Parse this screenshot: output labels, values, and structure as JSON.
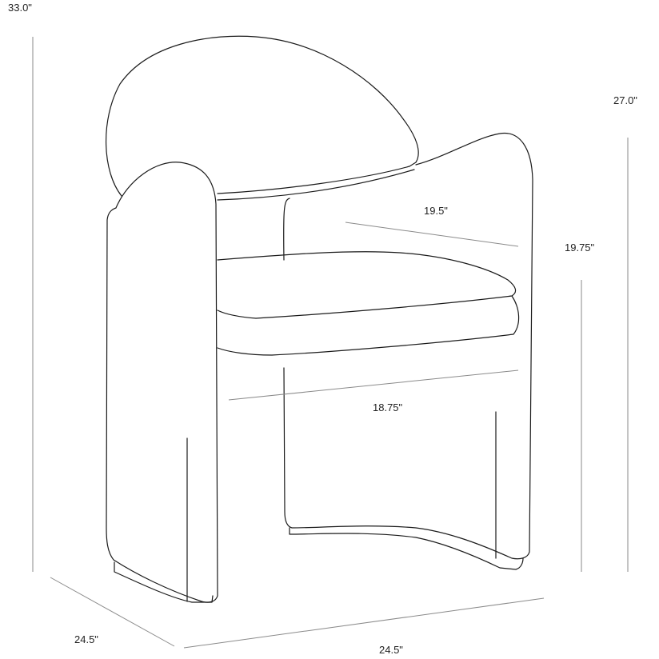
{
  "dimensions": {
    "overall_height": "33.0\"",
    "arm_height": "27.0\"",
    "seat_height": "19.75\"",
    "seat_depth": "19.5\"",
    "seat_width": "18.75\"",
    "depth": "24.5\"",
    "width": "24.5\""
  },
  "colors": {
    "outline": "#1a1a1a",
    "dimension_line": "#8a8a8a"
  }
}
